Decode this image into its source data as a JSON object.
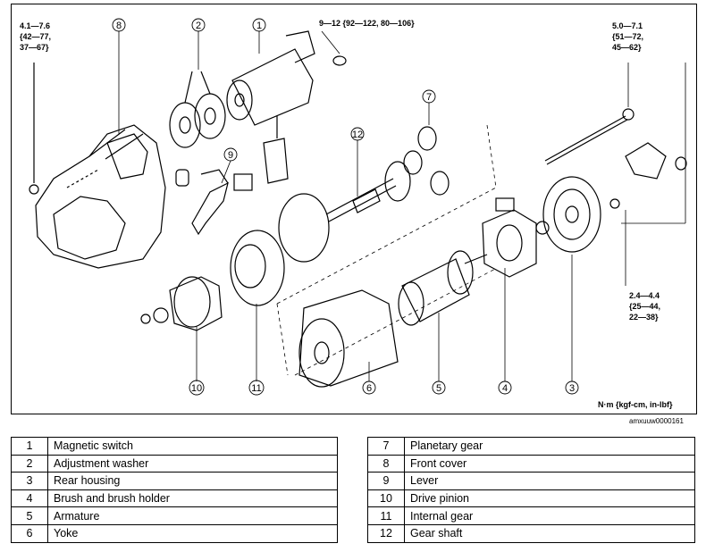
{
  "torque_specs": [
    {
      "lines": [
        "4.1—7.6",
        "{42—77,",
        "37—67}"
      ]
    },
    {
      "lines": [
        "9—12 {92—122, 80—106}"
      ]
    },
    {
      "lines": [
        "5.0—7.1",
        "{51—72,",
        "45—62}"
      ]
    },
    {
      "lines": [
        "2.4—4.4",
        "{25—44,",
        "22—38}"
      ]
    }
  ],
  "unit_label": "N·m {kgf-cm, in-lbf}",
  "figure_code": "amxuuw0000161",
  "callouts": [
    "1",
    "2",
    "3",
    "4",
    "5",
    "6",
    "7",
    "8",
    "9",
    "10",
    "11",
    "12"
  ],
  "parts_left": [
    {
      "num": "1",
      "name": "Magnetic switch"
    },
    {
      "num": "2",
      "name": "Adjustment washer"
    },
    {
      "num": "3",
      "name": "Rear housing"
    },
    {
      "num": "4",
      "name": "Brush and brush holder"
    },
    {
      "num": "5",
      "name": "Armature"
    },
    {
      "num": "6",
      "name": "Yoke"
    }
  ],
  "parts_right": [
    {
      "num": "7",
      "name": "Planetary gear"
    },
    {
      "num": "8",
      "name": "Front cover"
    },
    {
      "num": "9",
      "name": "Lever"
    },
    {
      "num": "10",
      "name": "Drive pinion"
    },
    {
      "num": "11",
      "name": "Internal gear"
    },
    {
      "num": "12",
      "name": "Gear shaft"
    }
  ]
}
